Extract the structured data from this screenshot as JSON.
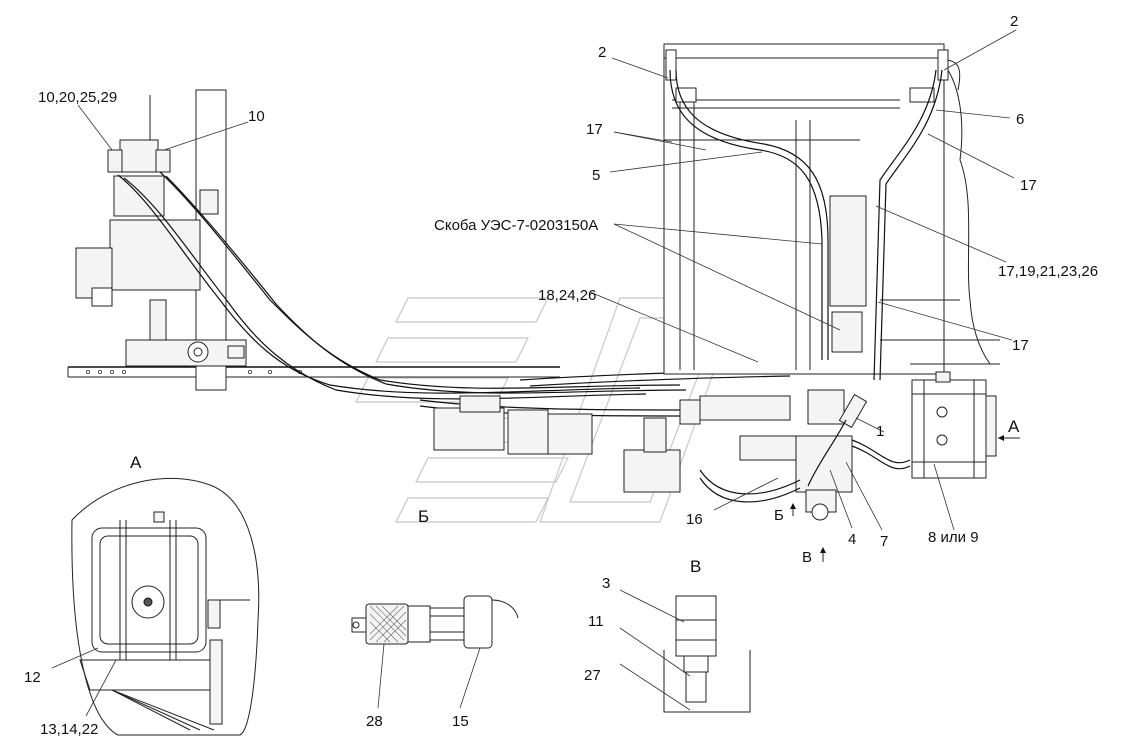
{
  "diagram": {
    "labels": {
      "l_10_20_25_29": "10,20,25,29",
      "l_10": "10",
      "l_2_left": "2",
      "l_2_right": "2",
      "l_17_top": "17",
      "l_5": "5",
      "l_6": "6",
      "l_17_right": "17",
      "l_bracket": "Скоба УЭС-7-0203150А",
      "l_17_19": "17,19,21,23,26",
      "l_18_24_26": "18,24,26",
      "l_17_lower": "17",
      "l_1": "1",
      "l_arrow_A": "А",
      "l_B_cyr": "Б",
      "l_16": "16",
      "l_B_arrow": "Б",
      "l_V_arrow": "В",
      "l_4": "4",
      "l_7": "7",
      "l_8_9": "8 или 9",
      "view_A_title": "А",
      "l_12": "12",
      "l_13_14_22": "13,14,22",
      "l_28": "28",
      "l_15": "15",
      "view_V_title": "В",
      "l_3": "3",
      "l_11": "11",
      "l_27": "27"
    }
  }
}
